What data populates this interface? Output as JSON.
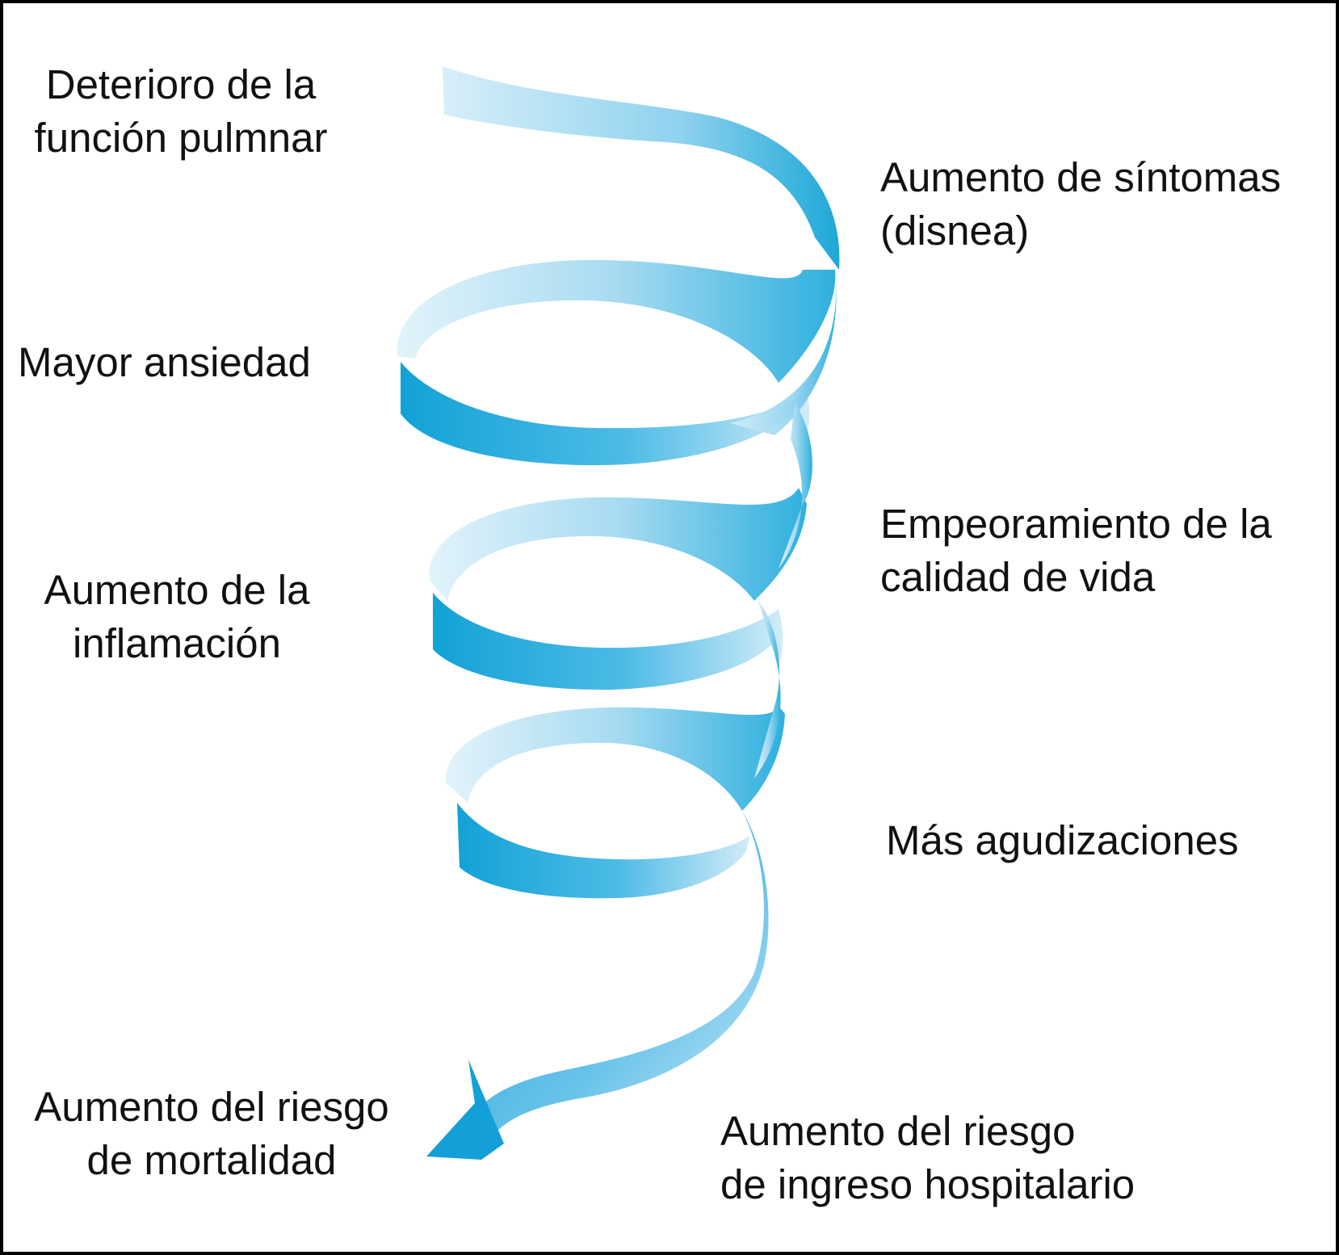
{
  "colors": {
    "ribbon_dark": "#1fa9d8",
    "ribbon_light": "#d6eef8",
    "ribbon_mid": "#72c6e8",
    "text": "#111111",
    "border": "#000000"
  },
  "labels": {
    "deterioro": [
      "Deterioro de la",
      "función pulmnar"
    ],
    "sintomas": [
      "Aumento de síntomas",
      "(disnea)"
    ],
    "ansiedad": [
      "Mayor ansiedad"
    ],
    "calidad": [
      "Empeoramiento de la",
      "calidad de vida"
    ],
    "inflamacion": [
      "Aumento de la",
      "inflamación"
    ],
    "agudizaciones": [
      "Más agudizaciones"
    ],
    "mortalidad": [
      "Aumento del riesgo",
      "de mortalidad"
    ],
    "ingreso": [
      "Aumento del riesgo",
      "de ingreso hospitalario"
    ]
  }
}
